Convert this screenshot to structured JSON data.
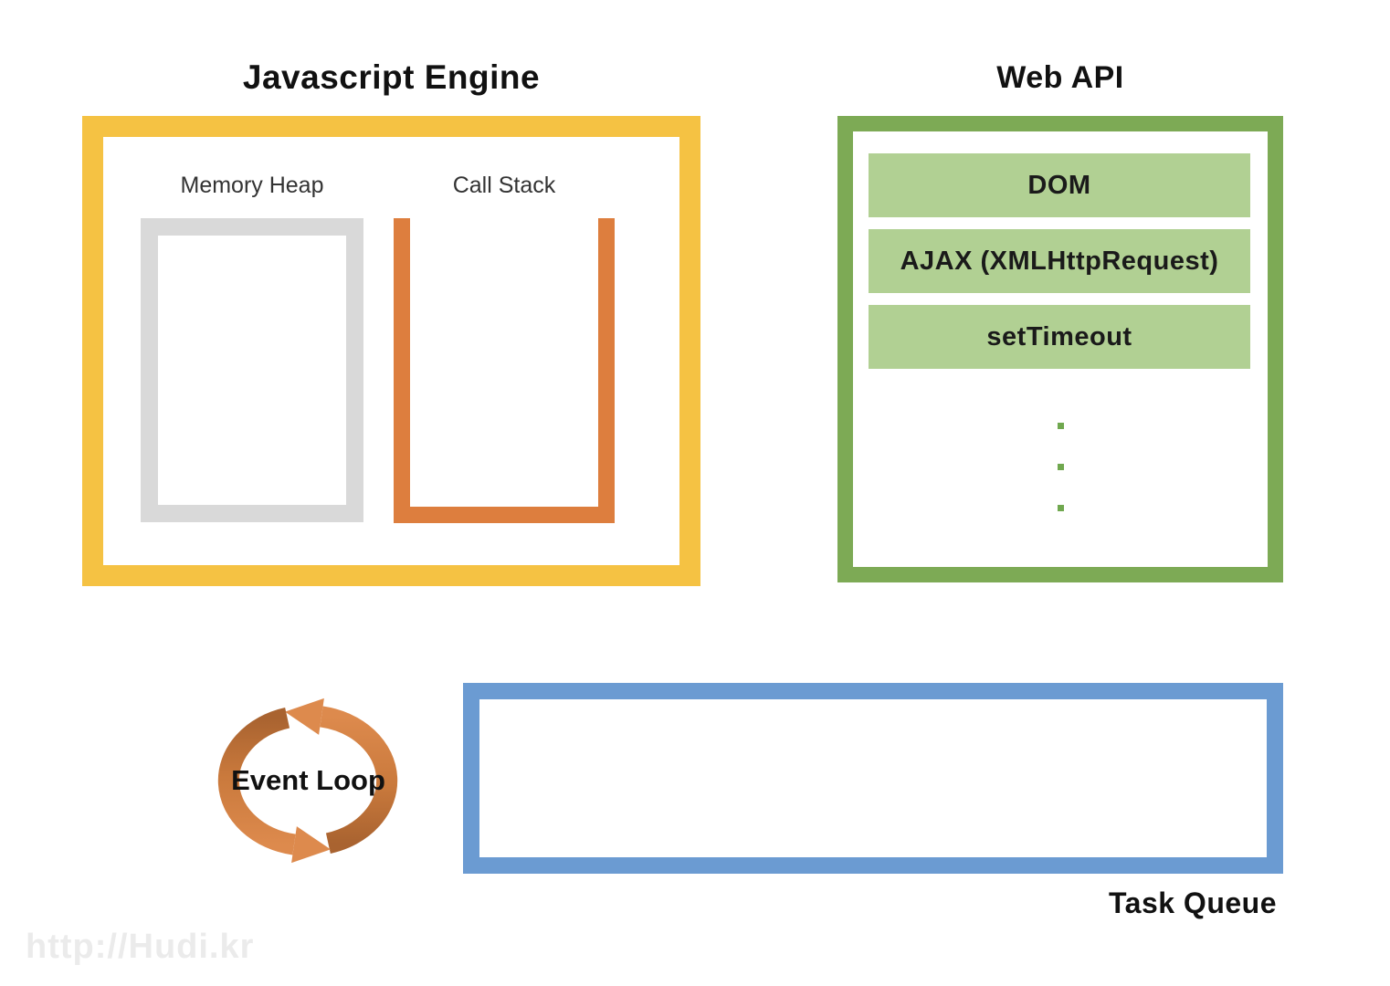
{
  "diagram": {
    "background_color": "#ffffff",
    "watermark": "http://Hudi.kr"
  },
  "js_engine": {
    "title": "Javascript Engine",
    "border_color": "#f5c243",
    "memory_heap": {
      "label": "Memory Heap",
      "border_color": "#d9d9d9"
    },
    "call_stack": {
      "label": "Call Stack",
      "border_color": "#dd7e3e"
    }
  },
  "web_api": {
    "title": "Web API",
    "border_color": "#7daa55",
    "item_bg_color": "#b1d093",
    "dots_color": "#70a84f",
    "items": [
      {
        "label": "DOM"
      },
      {
        "label": "AJAX (XMLHttpRequest)"
      },
      {
        "label": "setTimeout"
      }
    ]
  },
  "event_loop": {
    "label": "Event Loop",
    "arrow_dark_color": "#a96330",
    "arrow_orange_color": "#dd8a4d"
  },
  "task_queue": {
    "label": "Task Queue",
    "border_color": "#6b9bd2"
  }
}
